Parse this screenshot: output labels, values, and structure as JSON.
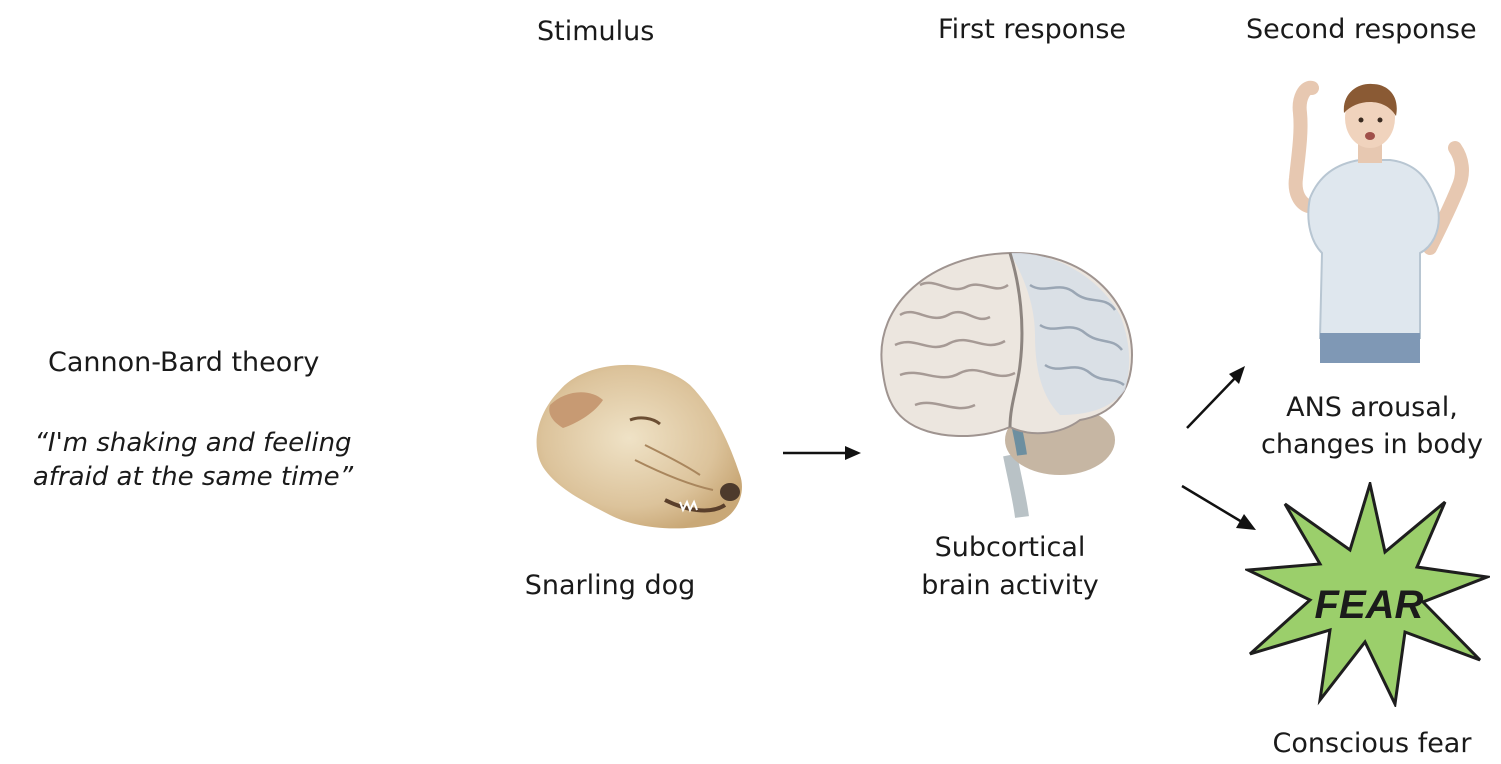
{
  "diagram": {
    "theory_title": "Cannon-Bard theory",
    "quote_line1": "“I'm shaking and feeling",
    "quote_line2": "afraid at the same time”",
    "headers": {
      "stimulus": "Stimulus",
      "first_response": "First response",
      "second_response": "Second response"
    },
    "stimulus_label": "Snarling dog",
    "first_response_label_line1": "Subcortical",
    "first_response_label_line2": "brain activity",
    "arousal_label_line1": "ANS arousal,",
    "arousal_label_line2": "changes in body",
    "fear_label": "Conscious fear",
    "fear_burst_text": "FEAR"
  }
}
